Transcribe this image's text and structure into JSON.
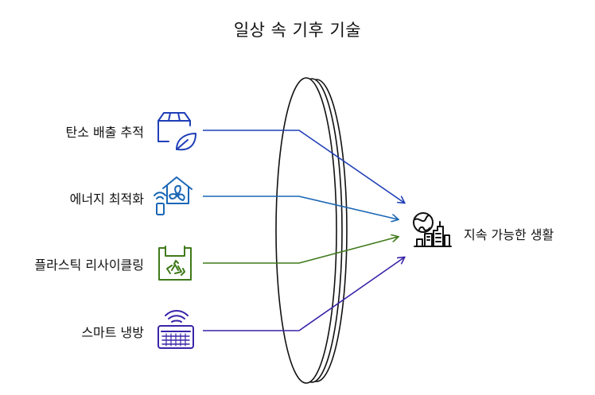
{
  "diagram": {
    "title": "일상 속 기후 기술",
    "inputs": [
      {
        "label": "탄소 배출 추적",
        "icon": "carbon-box-leaf-icon",
        "color": "#1f3fb8"
      },
      {
        "label": "에너지 최적화",
        "icon": "smart-home-fan-icon",
        "color": "#1a66b5"
      },
      {
        "label": "플라스틱 리사이클링",
        "icon": "recycle-bag-icon",
        "color": "#3f7a1a"
      },
      {
        "label": "스마트 냉방",
        "icon": "air-conditioner-icon",
        "color": "#3a24a8"
      }
    ],
    "lens": "lens-icon",
    "outcome": {
      "label": "지속 가능한 생활",
      "icon": "globe-city-icon"
    }
  }
}
